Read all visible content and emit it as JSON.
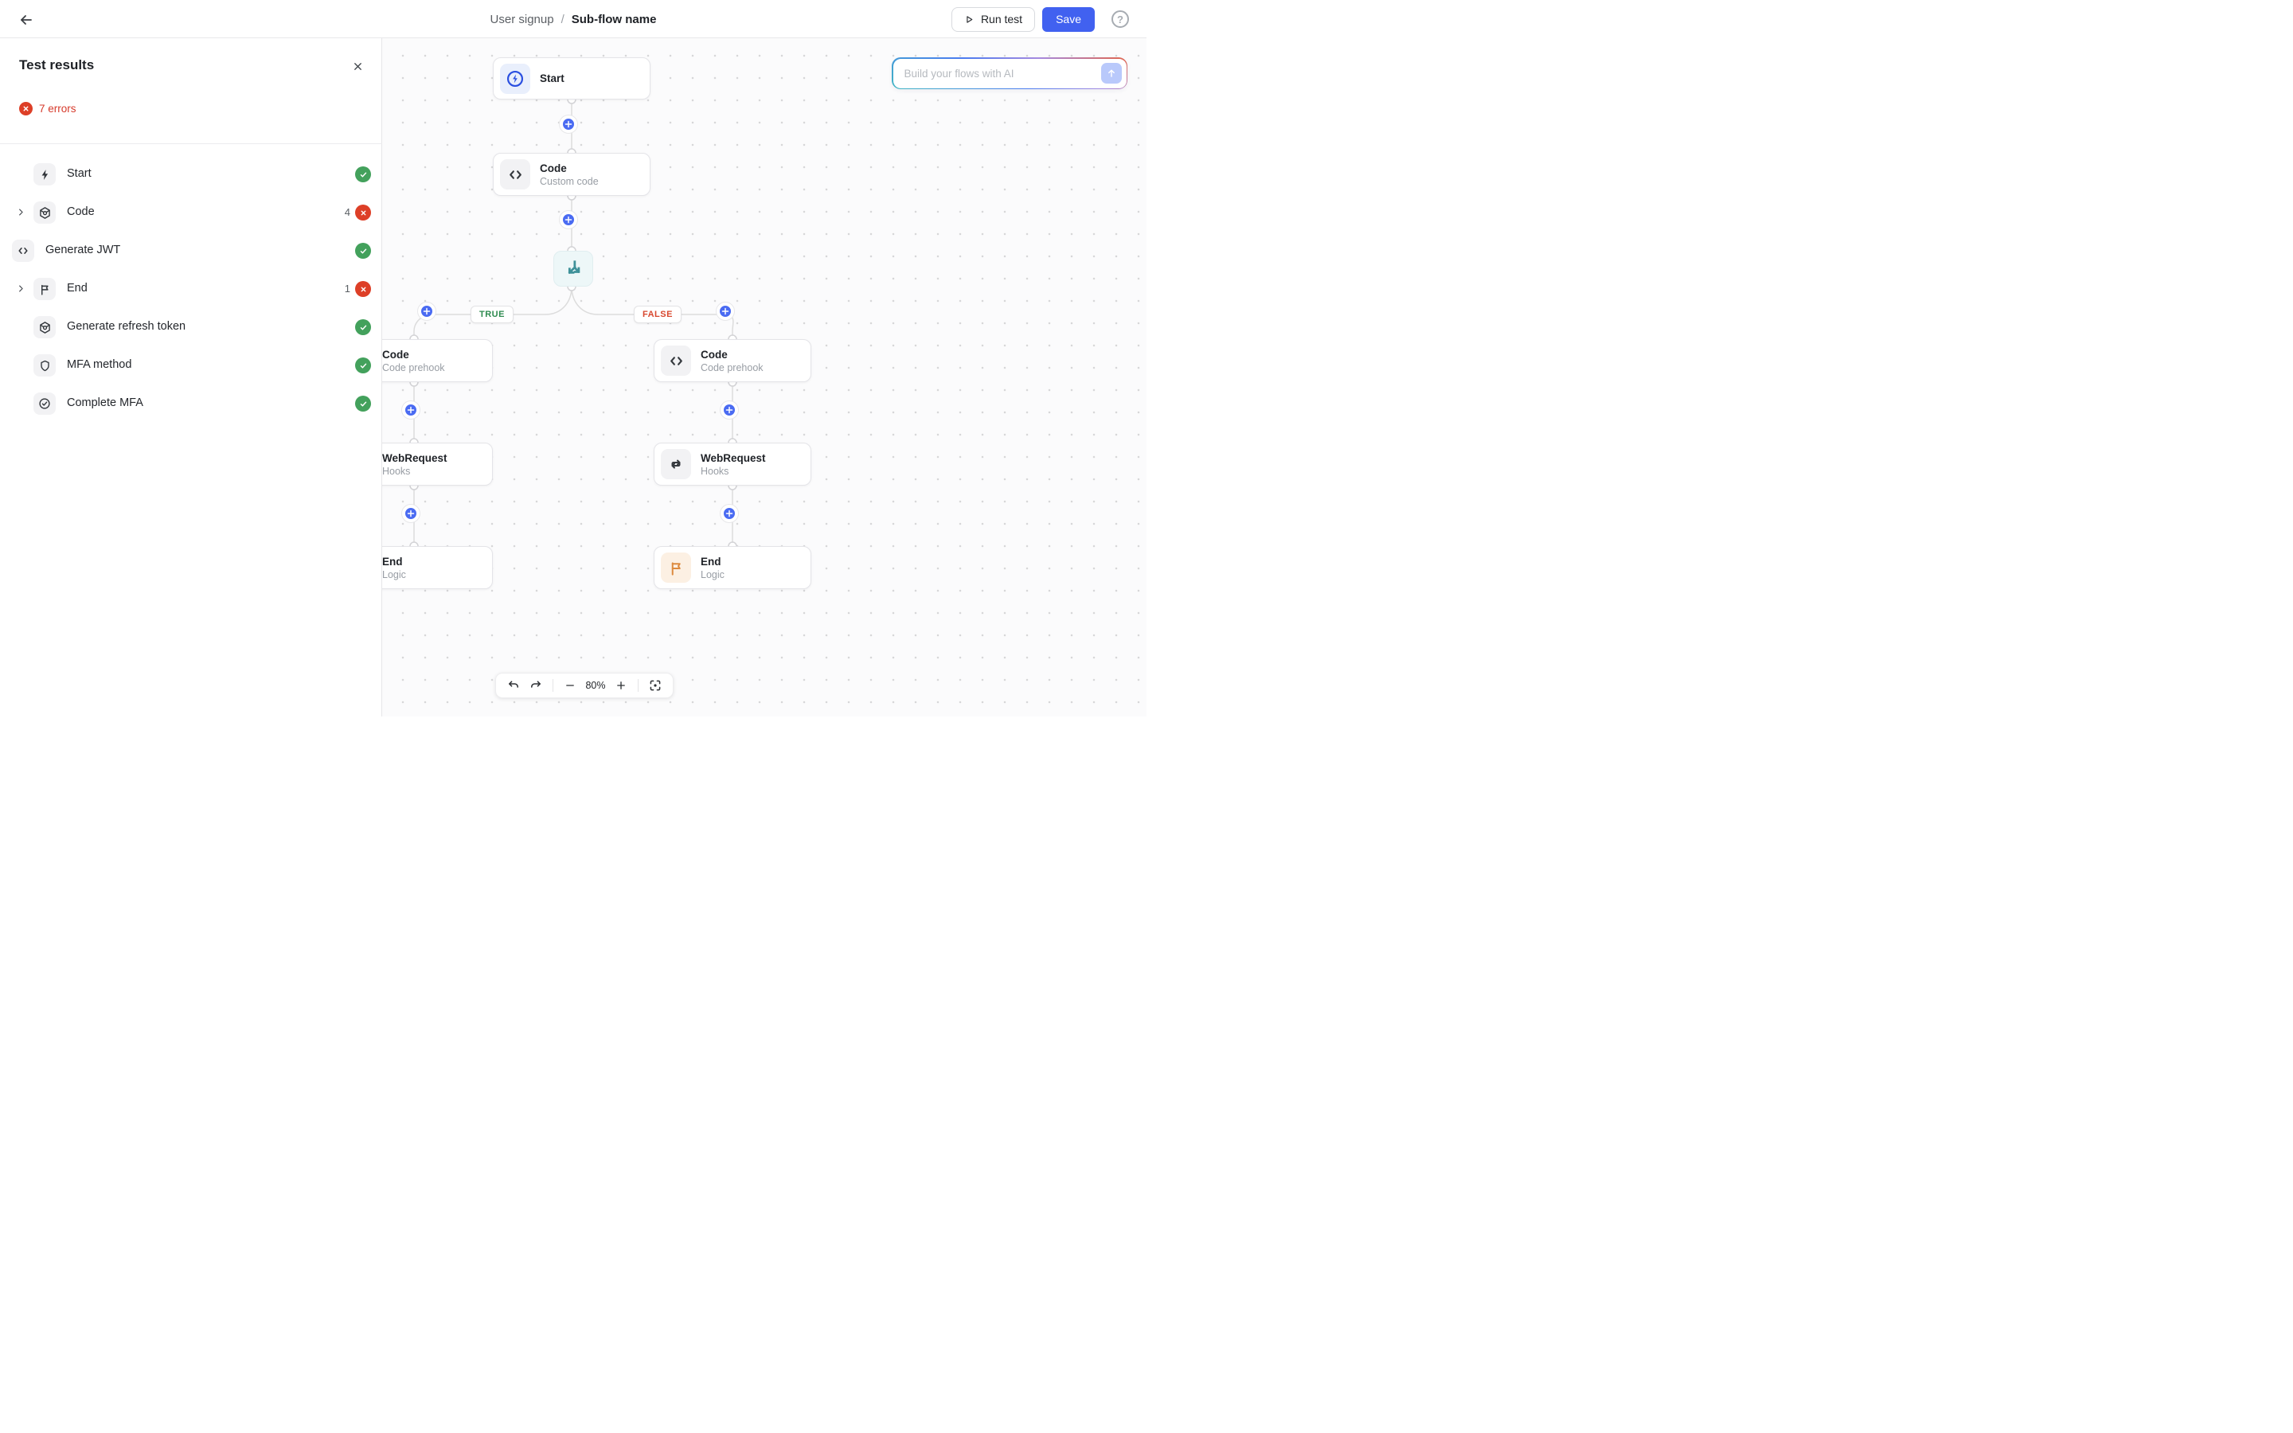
{
  "topbar": {
    "breadcrumb": {
      "parent": "User signup",
      "separator": "/",
      "current": "Sub-flow name"
    },
    "run_test_label": "Run test",
    "save_label": "Save"
  },
  "panel": {
    "title": "Test results",
    "error_summary": "7 errors",
    "items": [
      {
        "label": "Start",
        "icon": "lightning-icon",
        "status": "success"
      },
      {
        "label": "Code",
        "icon": "package-icon",
        "status": "error",
        "error_count": "4",
        "expandable": true
      },
      {
        "label": "Generate JWT",
        "icon": "code-icon",
        "status": "success"
      },
      {
        "label": "End",
        "icon": "flag-icon",
        "status": "error",
        "error_count": "1",
        "expandable": true
      },
      {
        "label": "Generate refresh token",
        "icon": "package-icon",
        "status": "success"
      },
      {
        "label": "MFA method",
        "icon": "shield-icon",
        "status": "success"
      },
      {
        "label": "Complete MFA",
        "icon": "check-circle-icon",
        "status": "success"
      }
    ]
  },
  "canvas": {
    "true_label": "TRUE",
    "false_label": "FALSE",
    "nodes": {
      "start": {
        "title": "Start"
      },
      "code_main": {
        "title": "Code",
        "subtitle": "Custom code"
      },
      "code_true": {
        "title": "Code",
        "subtitle": "Code prehook"
      },
      "code_false": {
        "title": "Code",
        "subtitle": "Code prehook"
      },
      "web_true": {
        "title": "WebRequest",
        "subtitle": "Hooks"
      },
      "web_false": {
        "title": "WebRequest",
        "subtitle": "Hooks"
      },
      "end_true": {
        "title": "End",
        "subtitle": "Logic"
      },
      "end_false": {
        "title": "End",
        "subtitle": "Logic"
      }
    }
  },
  "ai_prompt": {
    "placeholder": "Build your flows with AI"
  },
  "view_toolbar": {
    "zoom_level": "80%"
  },
  "colors": {
    "accent_blue": "#4161f0",
    "plus_blue": "#4a6bf2",
    "success_green": "#43a15c",
    "error_red": "#dd3f27",
    "true_green": "#2e8b4f",
    "false_red": "#d8472e",
    "condition_teal": "#3e9199",
    "end_orange": "#dd8a3e"
  }
}
